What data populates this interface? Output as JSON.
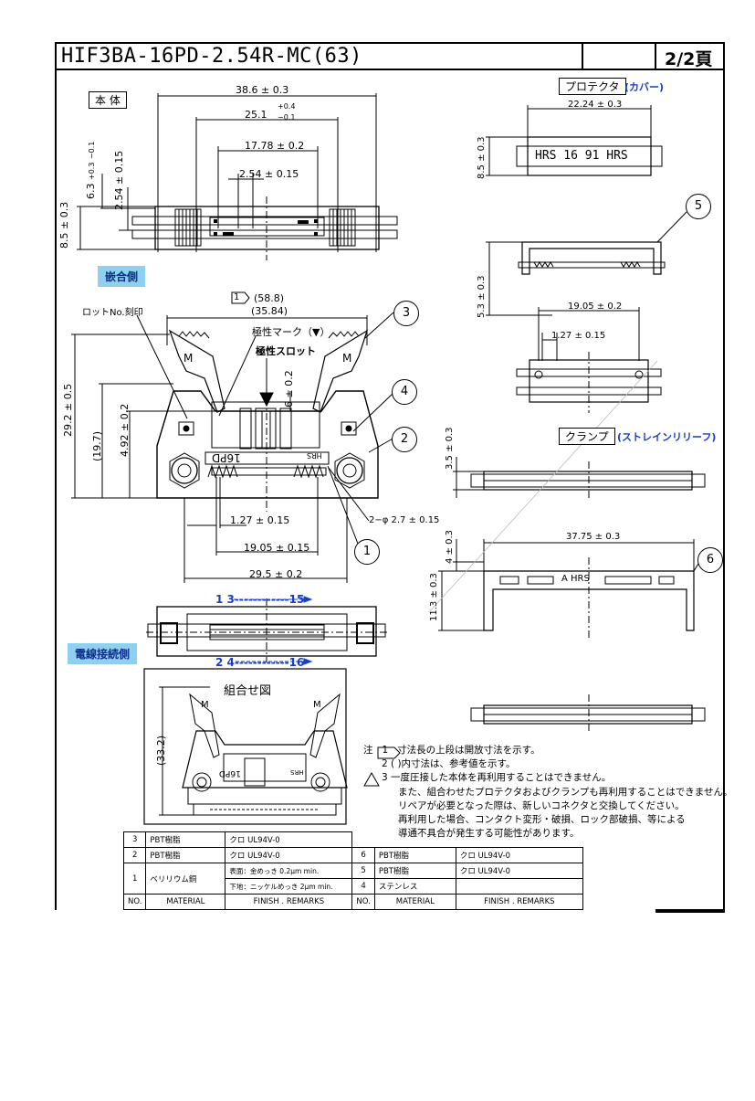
{
  "header": {
    "title": "HIF3BA-16PD-2.54R-MC(63)",
    "page": "2/2頁"
  },
  "main_view": {
    "label": "本 体",
    "mating_side": "嵌合側",
    "wire_side": "電線接続側",
    "lot_label": "ロットNo.刻印",
    "polarity_mark": "極性マーク（▼）",
    "polarity_slot": "極性スロット",
    "dims": {
      "d1": "38.6 ± 0.3",
      "d2_main": "25.1",
      "d2_tol_up": "+0.4",
      "d2_tol_dn": "−0.1",
      "d3": "17.78 ± 0.2",
      "d4": "2.54 ± 0.15",
      "h1": "8.5 ± 0.3",
      "h2": "2.54 ± 0.15",
      "h3_main": "6.3",
      "h3_tol_up": "+0.3",
      "h3_tol_dn": "−0.1",
      "open_note": "1",
      "open_w": "(58.8)",
      "closed_w": "(35.84)",
      "h4": "29.2 ± 0.5",
      "h5": "(19.7)",
      "h6": "4.92 ± 0.2",
      "h7": "6 ± 0.2",
      "pitch1": "1.27 ± 0.15",
      "pitch2": "19.05 ± 0.15",
      "bottom_w": "29.5 ± 0.2",
      "hole": "2−φ 2.7 ± 0.15"
    },
    "pins_top": "1  3------------15",
    "pins_bottom": "2  4------------16",
    "body_marks": [
      "16PD",
      "HRS",
      "M",
      "M"
    ]
  },
  "protector": {
    "label": "プロテクタ",
    "note": "(カバー)",
    "w": "22.24 ± 0.3",
    "h": "8.5 ± 0.3",
    "h2": "5.3 ± 0.3",
    "w2": "19.05 ± 0.2",
    "pitch": "1.27 ± 0.15",
    "marks": "HRS  16  91  HRS"
  },
  "clamp": {
    "label": "クランプ",
    "note": "(ストレインリリーフ)",
    "h1": "3.5 ± 0.3",
    "h2": "4 ± 0.3",
    "h3": "11.3 ± 0.3",
    "w": "37.75 ± 0.3",
    "marks": "A   HRS"
  },
  "assembly": {
    "title": "組合せ図",
    "height": "(33.2)",
    "marks": [
      "16PD",
      "HRS",
      "M",
      "M"
    ]
  },
  "callouts": [
    "1",
    "2",
    "3",
    "4",
    "5",
    "6"
  ],
  "notes": {
    "prefix": "注",
    "n1_num": "1",
    "n1": "寸法長の上段は開放寸法を示す。",
    "n2_num": "2",
    "n2": "(   )内寸法は、参考値を示す。",
    "n3_num": "3",
    "n3a": "一度圧接した本体を再利用することはできません。",
    "n3b": "また、組合わせたプロテクタおよびクランプも再利用することはできません。",
    "n3c": "リペアが必要となった際は、新しいコネクタと交換してください。",
    "n3d": "再利用した場合、コンタクト変形・破損、ロック部破損、等による",
    "n3e": "導通不具合が発生する可能性があります。"
  },
  "materials": {
    "headers": [
      "NO.",
      "MATERIAL",
      "FINISH . REMARKS",
      "NO.",
      "MATERIAL",
      "FINISH . REMARKS"
    ],
    "rows": [
      {
        "no": "3",
        "mat": "PBT樹脂",
        "fin": "クロ      UL94V-0"
      },
      {
        "no": "2",
        "mat": "PBT樹脂",
        "fin": "クロ      UL94V-0"
      },
      {
        "no": "1",
        "mat": "ベリリウム銅",
        "fin1": "表面：金めっき 0.2μm min.",
        "fin2": "下地：ニッケルめっき 2μm min."
      }
    ],
    "rows_right": [
      {
        "no": "6",
        "mat": "PBT樹脂",
        "fin": "クロ      UL94V-0"
      },
      {
        "no": "5",
        "mat": "PBT樹脂",
        "fin": "クロ      UL94V-0"
      },
      {
        "no": "4",
        "mat": "ステンレス",
        "fin": ""
      }
    ]
  },
  "colors": {
    "banner": "#8fd0ee",
    "banner_text": "#0b2e8a",
    "accent_blue": "#1a3cc8"
  }
}
